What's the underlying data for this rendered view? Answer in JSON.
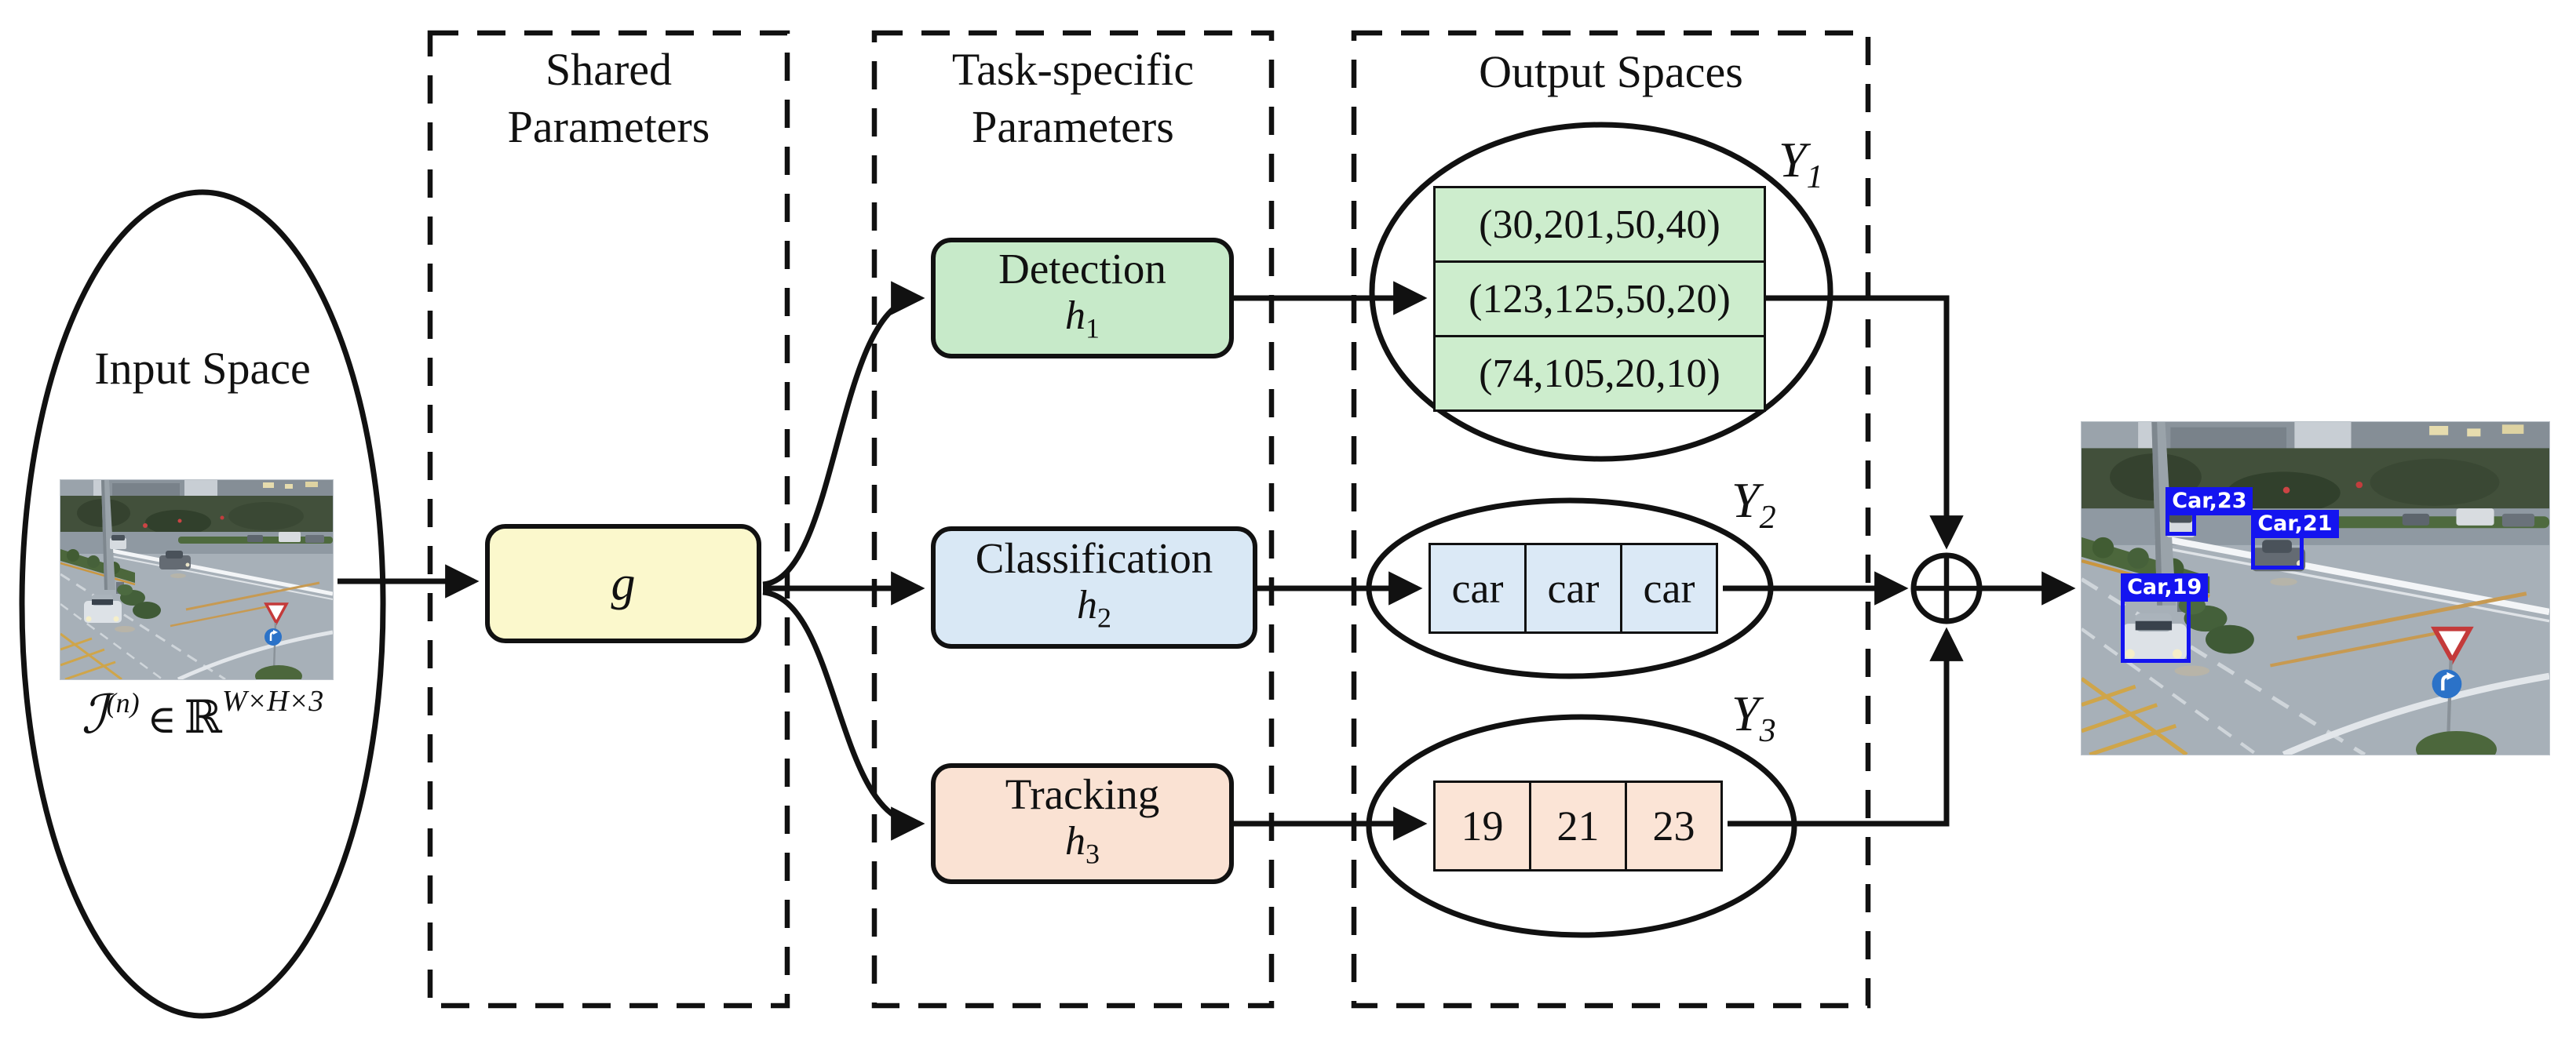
{
  "fig": {
    "input": {
      "title": "Input Space",
      "math": {
        "sym": "ℐ",
        "sup": "(n)",
        "elem": "∈",
        "set": "ℝ",
        "dims": "W×H×3"
      }
    },
    "panels": {
      "shared": {
        "line1": "Shared",
        "line2": "Parameters"
      },
      "task": {
        "line1": "Task-specific",
        "line2": "Parameters"
      },
      "output": {
        "line1": "Output Spaces",
        "line2": ""
      }
    },
    "g_label": "g",
    "tasks": [
      {
        "label": "Detection",
        "sym": "h",
        "sub": "1"
      },
      {
        "label": "Classification",
        "sym": "h",
        "sub": "2"
      },
      {
        "label": "Tracking",
        "sym": "h",
        "sub": "3"
      }
    ],
    "outputs": [
      {
        "sym": "Y",
        "sub": "1",
        "rows": [
          "(30,201,50,40)",
          "(123,125,50,20)",
          "(74,105,20,10)"
        ]
      },
      {
        "sym": "Y",
        "sub": "2",
        "cells": [
          "car",
          "car",
          "car"
        ]
      },
      {
        "sym": "Y",
        "sub": "3",
        "cells": [
          "19",
          "21",
          "23"
        ]
      }
    ],
    "result_labels": [
      "Car,23",
      "Car,21",
      "Car,19"
    ],
    "combiner": "circled-plus",
    "colors": {
      "shared_fill": "#FBF8CC",
      "detection_fill": "#C7EAC9",
      "classification_fill": "#D9E8F5",
      "tracking_fill": "#FAE2D3",
      "detection_table_fill": "#CDEDCD",
      "classification_cell_fill": "#DBE9F6",
      "tracking_cell_fill": "#FBE4D6",
      "bbox_blue": "#1414F0",
      "line_color": "#111111"
    }
  }
}
